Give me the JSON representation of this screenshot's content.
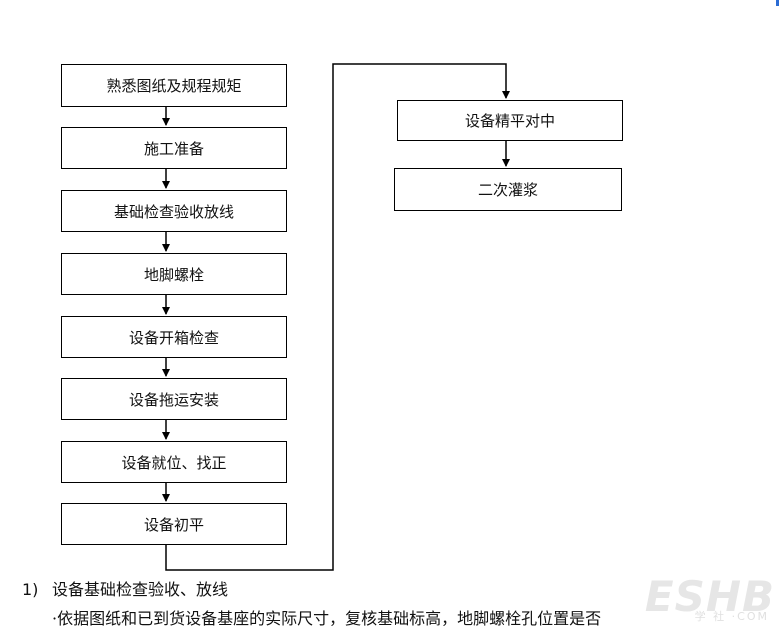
{
  "flow_left": [
    "熟悉图纸及规程规矩",
    "施工准备",
    "基础检查验收放线",
    "地脚螺栓",
    "设备开箱检查",
    "设备拖运安装",
    "设备就位、找正",
    "设备初平"
  ],
  "flow_right": [
    "设备精平对中",
    "二次灌浆"
  ],
  "text": {
    "section_number": "1)",
    "section_title": "设备基础检查验收、放线",
    "paragraph": "·依据图纸和已到货设备基座的实际尺寸，复核基础标高，地脚螺栓孔位置是否"
  },
  "watermark": {
    "logo": "ESHB",
    "sub": "学 社 ·COM"
  }
}
